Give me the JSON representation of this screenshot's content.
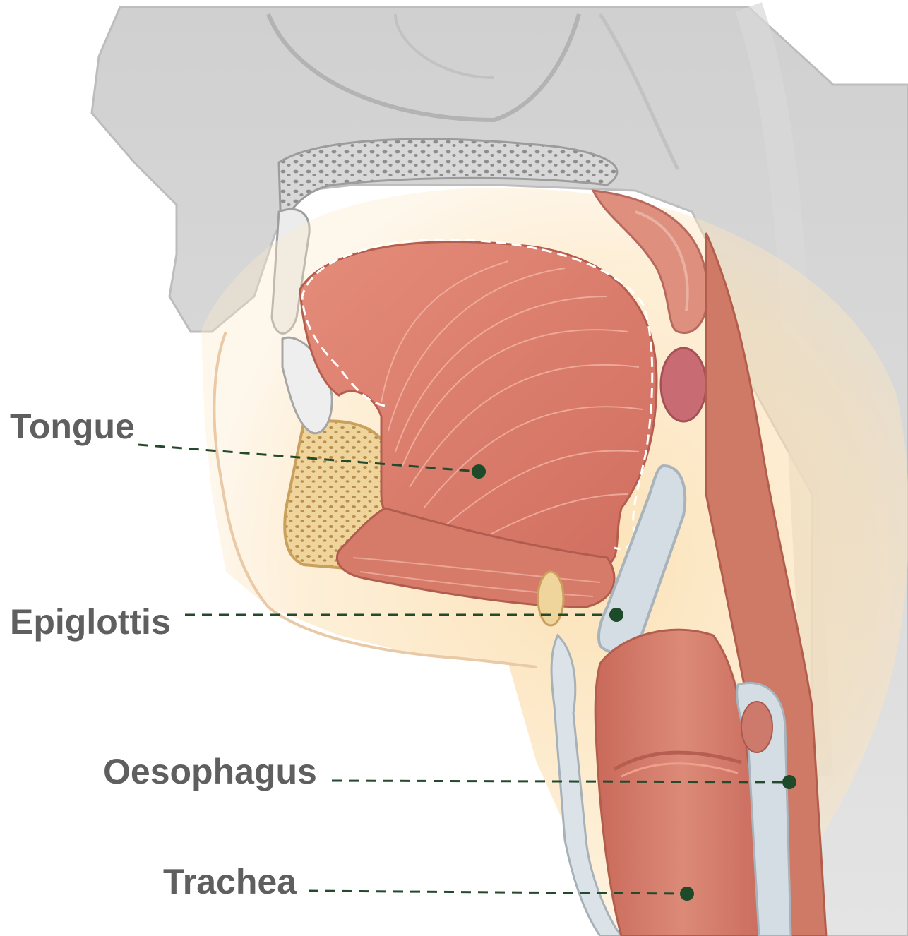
{
  "labels": {
    "tongue": "Tongue",
    "epiglottis": "Epiglottis",
    "oesophagus": "Oesophagus",
    "trachea": "Trachea"
  },
  "colors": {
    "leader_line": "#244a2d",
    "marker": "#1d4a28",
    "label_text": "#5f5f5f",
    "highlight_glow": "#fbd9a0",
    "muscle": "#d9786a",
    "bone": "#efd6a0",
    "cartilage": "#dfe6ea",
    "grey_tissue": "#d6d6d6"
  }
}
